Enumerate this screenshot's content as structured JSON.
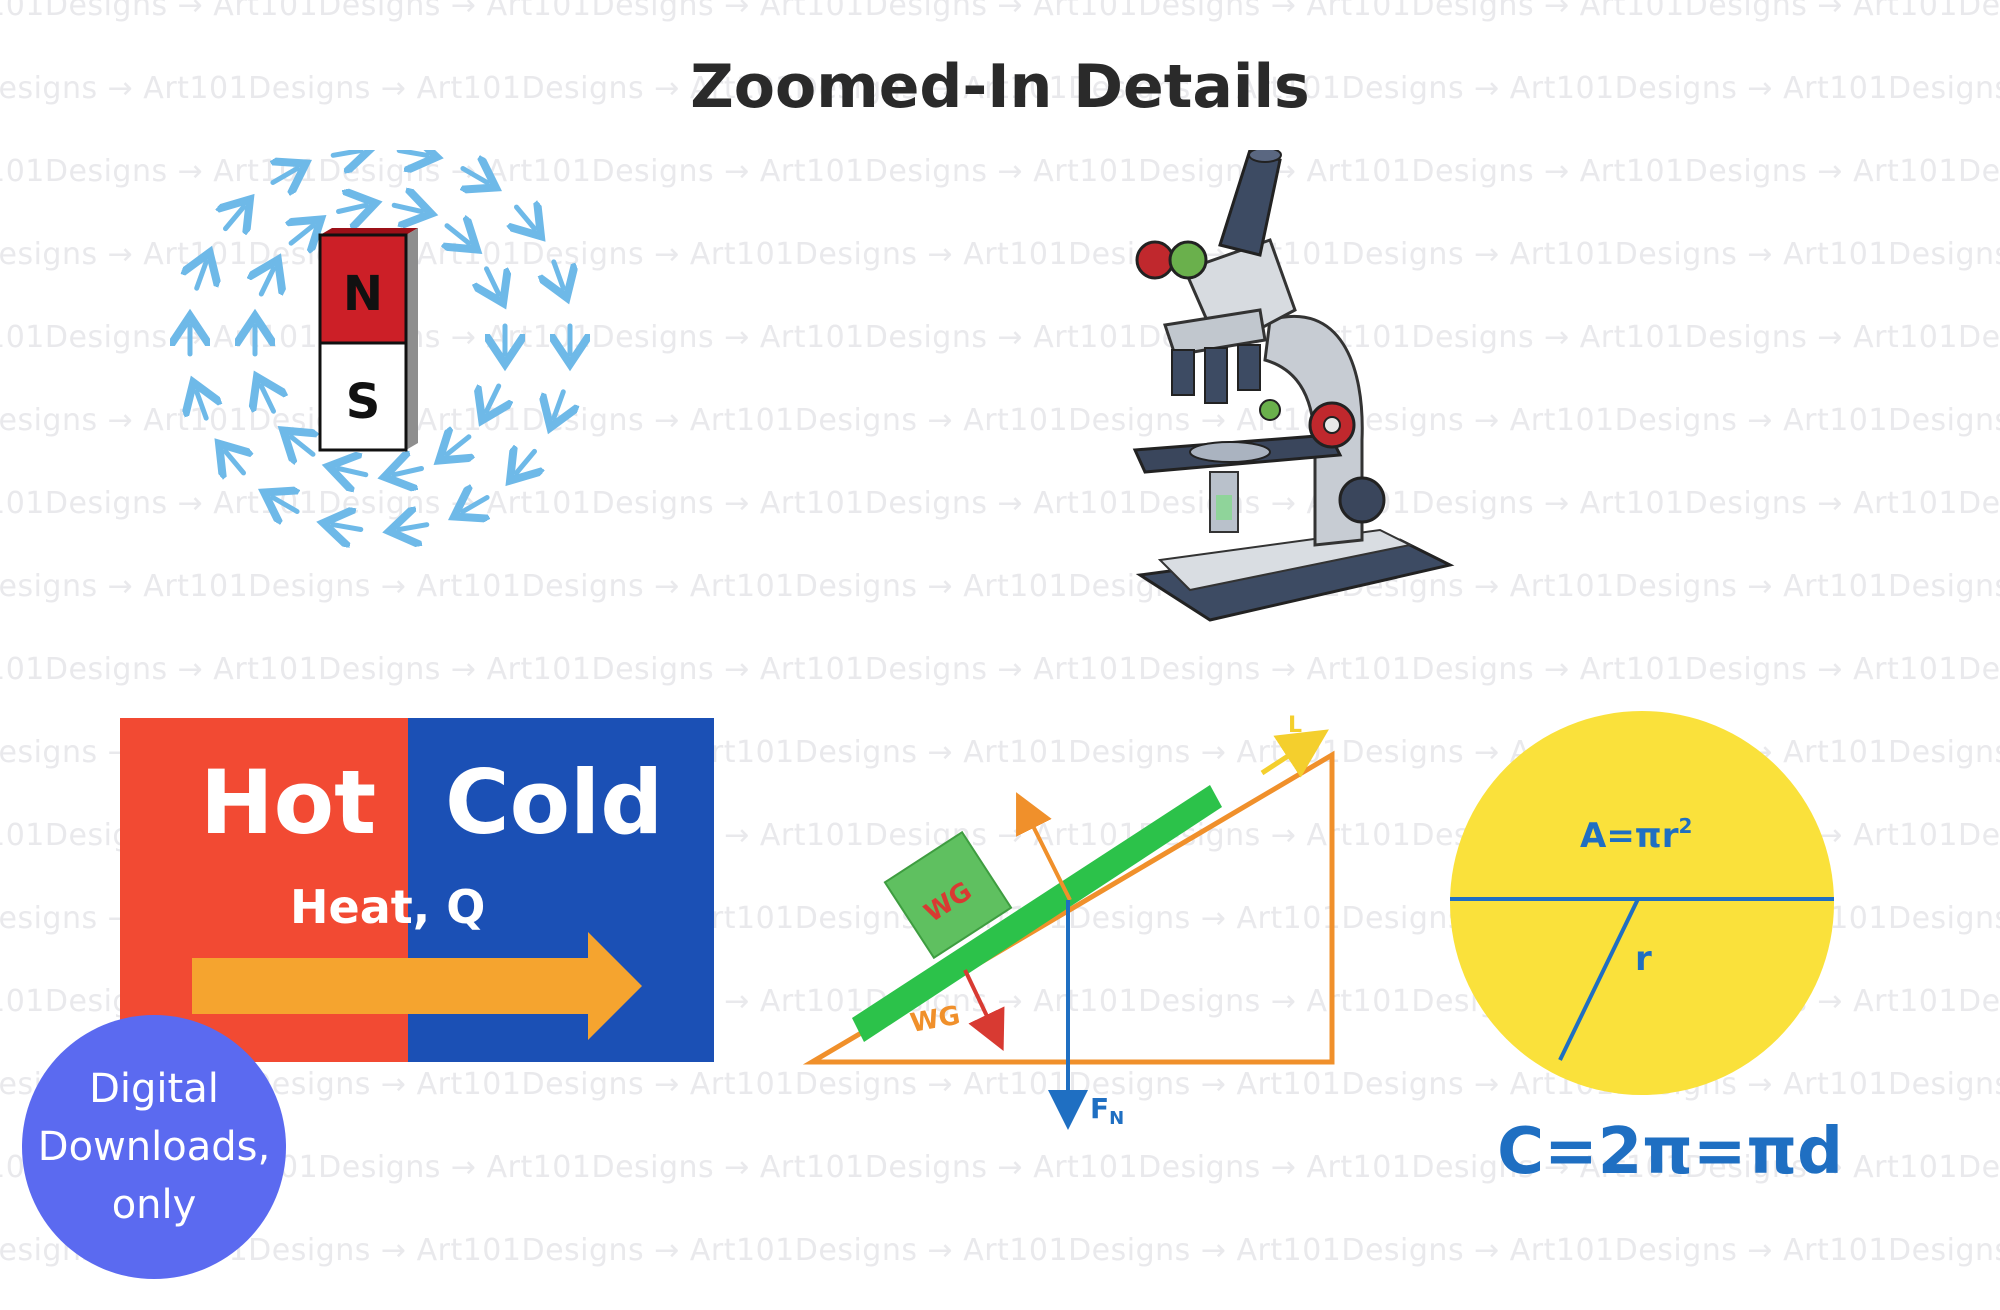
{
  "title": "Zoomed-In Details",
  "watermark_text": "Art101Designs",
  "magnet": {
    "north_label": "N",
    "south_label": "S"
  },
  "heat_transfer": {
    "hot_label": "Hot",
    "cold_label": "Cold",
    "heat_label": "Heat, Q"
  },
  "incline": {
    "block_label": "WG",
    "weight_label": "WG",
    "length_label": "L",
    "force_label": "F",
    "force_subscript": "N"
  },
  "circle": {
    "area_formula": "A=πr",
    "area_exponent": "2",
    "radius_label": "r",
    "circumference_formula": "C=2π=πd"
  },
  "badge": {
    "line1": "Digital",
    "line2": "Downloads,",
    "line3": "only"
  },
  "colors": {
    "hot_red": "#f24a33",
    "cold_blue": "#1b50b5",
    "arrow_orange": "#f5a42f",
    "field_blue": "#6eb9e8",
    "magnet_red": "#cc1f27",
    "circle_yellow": "#fae13b",
    "incline_orange": "#f0902b",
    "block_green": "#2cc24a",
    "formula_blue": "#1f6fc2",
    "badge_blue": "#5b6af0"
  }
}
